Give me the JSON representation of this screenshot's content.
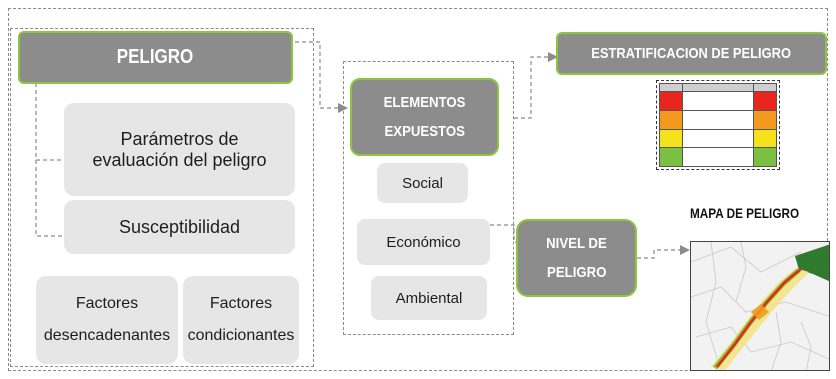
{
  "peligro": {
    "title": "PELIGRO"
  },
  "parametros": {
    "line1": "Parámetros de",
    "line2": "evaluación del peligro"
  },
  "susceptibilidad": {
    "label": "Susceptibilidad"
  },
  "factores_desencadenantes": {
    "line1": "Factores",
    "line2": "desencadenantes"
  },
  "factores_condicionantes": {
    "line1": "Factores",
    "line2": "condicionantes"
  },
  "elementos": {
    "line1": "ELEMENTOS",
    "line2": "EXPUESTOS"
  },
  "social": {
    "label": "Social"
  },
  "economico": {
    "label": "Económico"
  },
  "ambiental": {
    "label": "Ambiental"
  },
  "estratificacion": {
    "title": "ESTRATIFICACION DE PELIGRO"
  },
  "nivel": {
    "line1": "NIVEL DE",
    "line2": "PELIGRO"
  },
  "mapa": {
    "title": "MAPA DE PELIGRO"
  },
  "colors": {
    "box_gray": "#8c8c8c",
    "accent_green": "#8cc63f",
    "light_gray": "#e6e6e6",
    "very_high": "#e8251e",
    "high": "#f39a1e",
    "medium": "#f4e21c",
    "low": "#7ac143"
  },
  "strat_levels": [
    "very_high",
    "high",
    "medium",
    "low"
  ]
}
